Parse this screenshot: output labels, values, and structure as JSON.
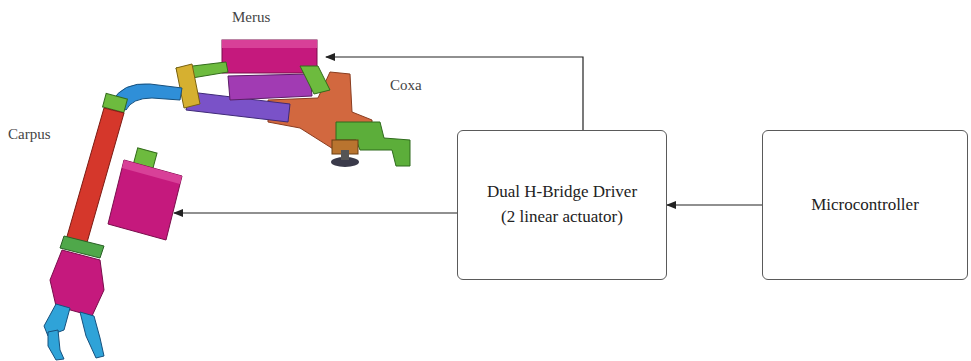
{
  "diagram": {
    "nodes": [
      {
        "text": [
          "Dual H-Bridge Driver (2 linear actuator)"
        ]
      },
      {
        "text": [
          "Microcontroller"
        ]
      }
    ],
    "edges": [
      {
        "from": 1,
        "to": 0,
        "arrow": "to"
      }
    ],
    "labels": [
      "Merus",
      "Coxa",
      "Carpus"
    ]
  }
}
